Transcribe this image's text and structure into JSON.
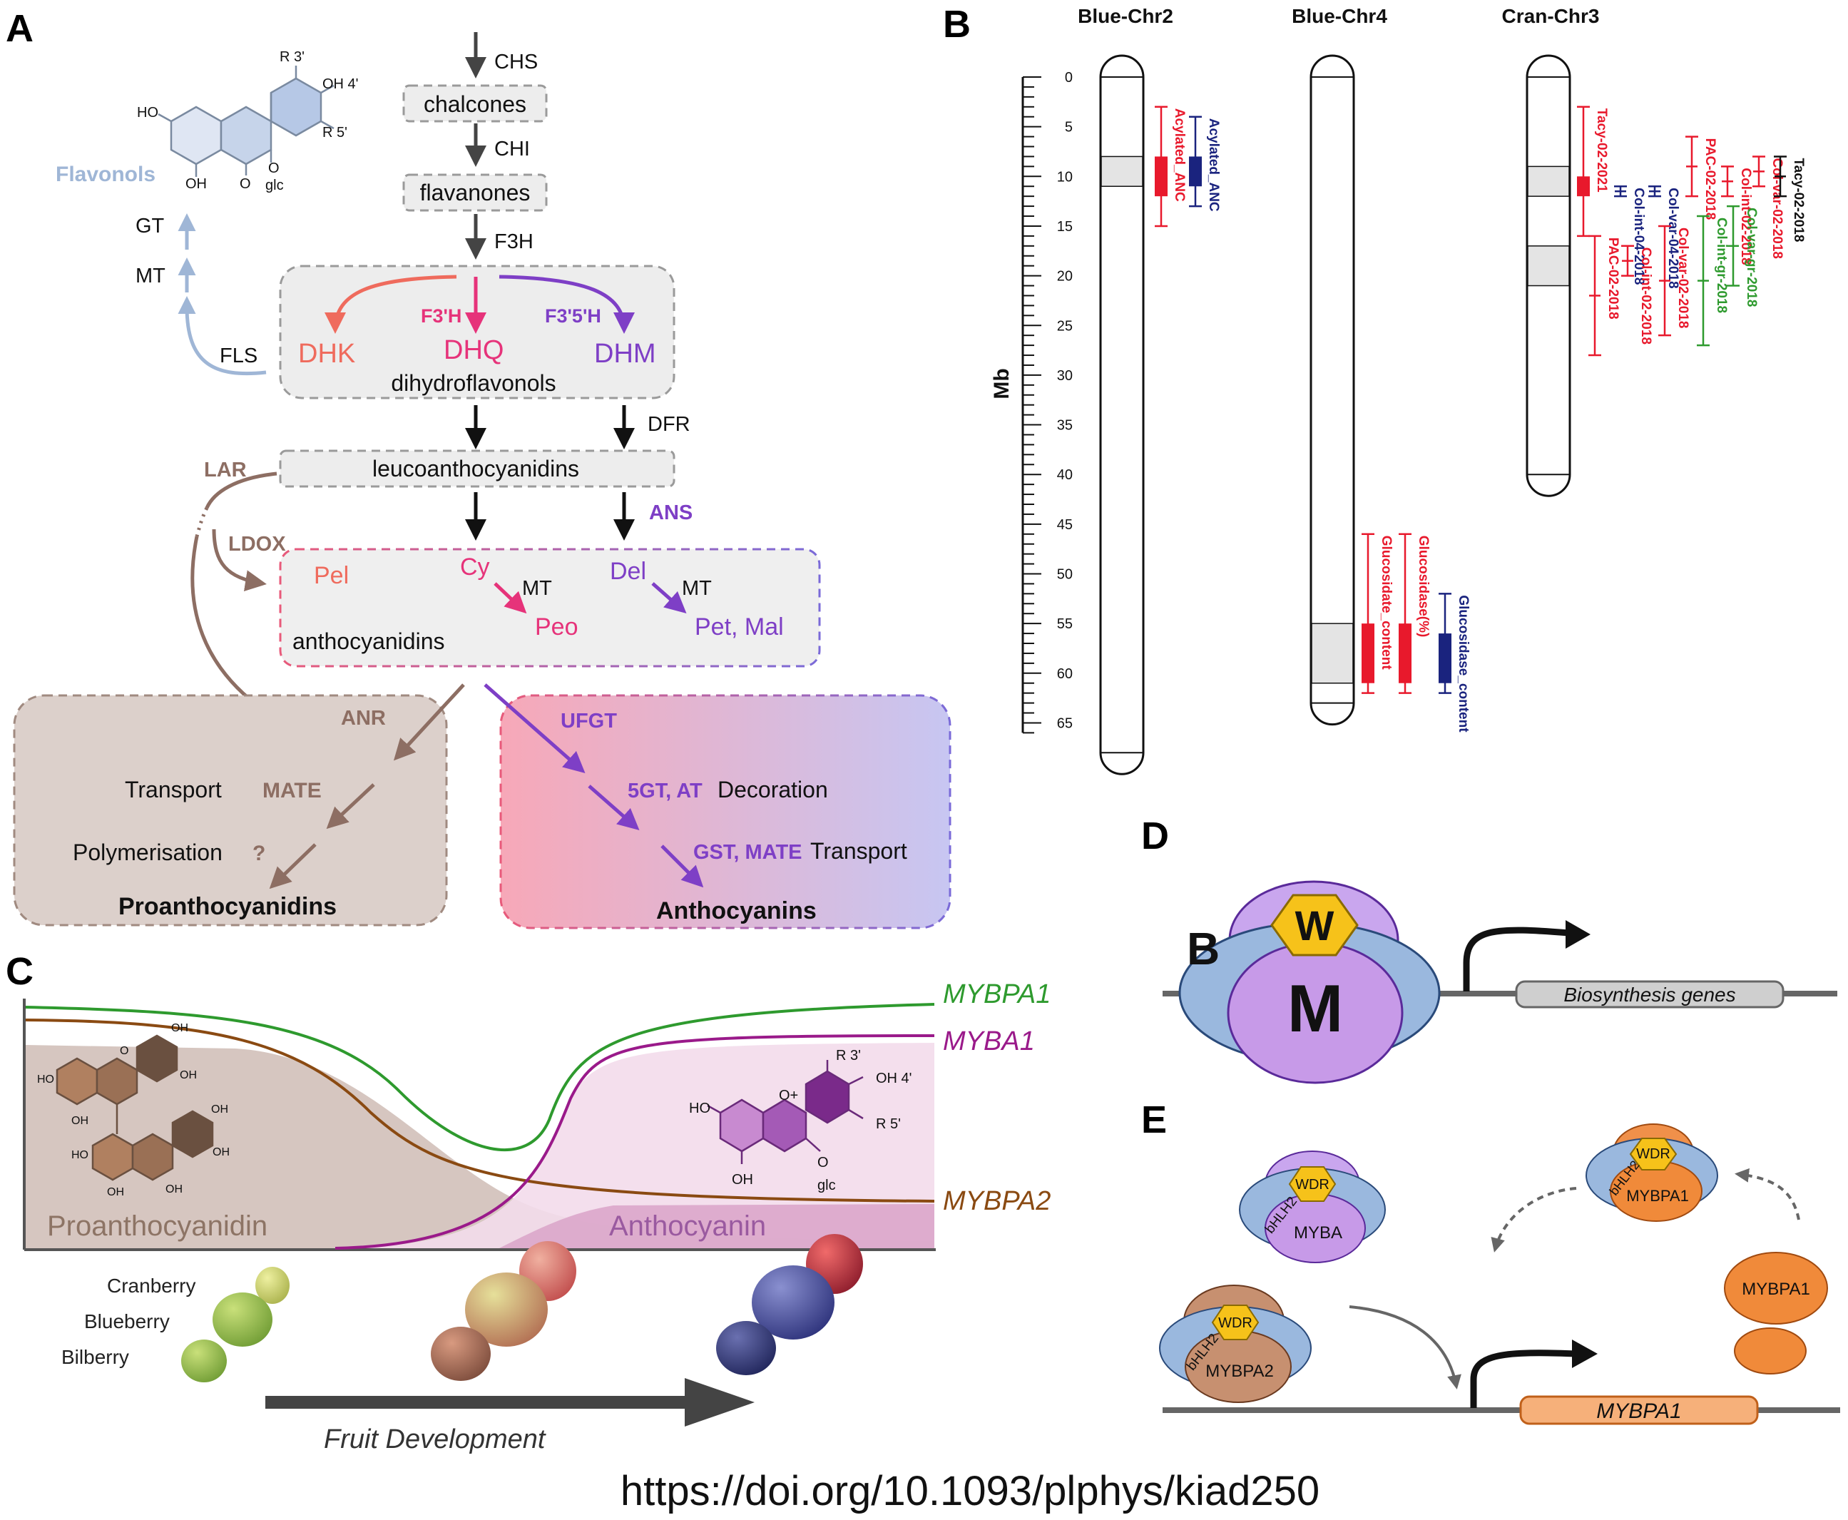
{
  "panels": {
    "a": "A",
    "b": "B",
    "c": "C",
    "d": "D",
    "e": "E"
  },
  "doi": "https://doi.org/10.1093/plphys/kiad250",
  "colors": {
    "red": "#e8192c",
    "navy": "#1a237e",
    "green": "#2e9a2e",
    "black": "#111111",
    "purple": "#7e3fc6",
    "pink": "#e6337a",
    "salmon": "#ef6b5d",
    "brown": "#8d6e63",
    "flavonol": "#9fb6d6"
  },
  "panel_a": {
    "enzymes": {
      "chs": "CHS",
      "chi": "CHI",
      "f3h": "F3H",
      "f3h2": "F3'H",
      "f35h": "F3'5'H",
      "fls": "FLS",
      "gt": "GT",
      "mt": "MT",
      "dfr": "DFR",
      "ans": "ANS",
      "lar": "LAR",
      "ldox": "LDOX",
      "anr": "ANR",
      "ufgt": "UFGT",
      "mt2": "MT",
      "mt3": "MT"
    },
    "compounds": {
      "chalcones": "chalcones",
      "flavanones": "flavanones",
      "dhk": "DHK",
      "dhq": "DHQ",
      "dhm": "DHM",
      "dihydroflavonols": "dihydroflavonols",
      "leucoanthocyanidins": "leucoanthocyanidins",
      "pel": "Pel",
      "cy": "Cy",
      "del": "Del",
      "peo": "Peo",
      "petmal": "Pet, Mal",
      "anthocyanidins": "anthocyanidins",
      "flavonols": "Flavonols"
    },
    "flavonol_struct": {
      "r3": "R 3'",
      "oh4": "OH 4'",
      "r5": "R 5'",
      "ho": "HO",
      "oh": "OH",
      "o": "O",
      "glc": "glc",
      "oring": "O"
    },
    "pa_box": {
      "transport": "Transport",
      "mate": "MATE",
      "polymerisation": "Polymerisation",
      "q": "?",
      "title": "Proanthocyanidins"
    },
    "anth_box": {
      "gt_at": "5GT, AT",
      "decoration": "Decoration",
      "gst_mate": "GST, MATE",
      "transport": "Transport",
      "title": "Anthocyanins"
    }
  },
  "panel_b": {
    "ylabel": "Mb",
    "ticks": [
      "0",
      "5",
      "10",
      "15",
      "20",
      "25",
      "30",
      "35",
      "40",
      "45",
      "50",
      "55",
      "60",
      "65"
    ],
    "chromosomes": [
      {
        "title": "Blue-Chr2",
        "length_mb": 68,
        "qtl": [
          {
            "label": "Acylated_ANC",
            "color": "red",
            "interval": [
              3,
              15
            ],
            "peak": [
              8,
              12
            ]
          },
          {
            "label": "Acylated_ANC",
            "color": "navy",
            "interval": [
              4,
              13
            ],
            "peak": [
              8,
              11
            ]
          }
        ]
      },
      {
        "title": "Blue-Chr4",
        "length_mb": 63,
        "qtl": [
          {
            "label": "Glucosidate_content",
            "color": "red",
            "interval": [
              46,
              62
            ],
            "peak": [
              55,
              61
            ]
          },
          {
            "label": "Glucosidase(%)",
            "color": "red",
            "interval": [
              46,
              62
            ],
            "peak": [
              55,
              61
            ]
          },
          {
            "label": "Glucosidase_content",
            "color": "navy",
            "interval": [
              52,
              62
            ],
            "peak": [
              56,
              61
            ]
          }
        ]
      },
      {
        "title": "Cran-Chr3",
        "length_mb": 40,
        "qtl": [
          {
            "label": "Tacy-02-2021",
            "color": "red",
            "interval": [
              3,
              16
            ],
            "peak": [
              10,
              12
            ]
          },
          {
            "label": "PAC-02-2018",
            "color": "red",
            "interval": [
              16,
              28
            ],
            "peak": null
          },
          {
            "label": "Col-int-04-2018",
            "color": "navy",
            "interval": [
              11,
              12
            ],
            "peak": null
          },
          {
            "label": "Col-int-02-2018",
            "color": "red",
            "interval": [
              17,
              20
            ],
            "peak": null
          },
          {
            "label": "Col-var-04-2018",
            "color": "navy",
            "interval": [
              11,
              12
            ],
            "peak": null
          },
          {
            "label": "Col-var-02-2018",
            "color": "red",
            "interval": [
              15,
              26
            ],
            "peak": null
          },
          {
            "label": "PAC-02-2018",
            "color": "red",
            "interval": [
              6,
              12
            ],
            "peak": null
          },
          {
            "label": "Col-int-gr-2018",
            "color": "green",
            "interval": [
              14,
              27
            ],
            "peak": null
          },
          {
            "label": "Col-int-02-2018",
            "color": "red",
            "interval": [
              9,
              12
            ],
            "peak": null
          },
          {
            "label": "Col-var-gr-2018",
            "color": "green",
            "interval": [
              13,
              21
            ],
            "peak": null
          },
          {
            "label": "Col-var-02-2018",
            "color": "red",
            "interval": [
              8,
              11
            ],
            "peak": null
          },
          {
            "label": "Tacy-02-2018",
            "color": "black",
            "interval": [
              8,
              12
            ],
            "peak": null
          }
        ]
      }
    ]
  },
  "panel_c": {
    "genes": {
      "mybpa1": "MYBPA1",
      "myba1": "MYBA1",
      "mybpa2": "MYBPA2"
    },
    "areas": {
      "pa": "Proanthocyanidin",
      "anth": "Anthocyanin"
    },
    "fruits": [
      "Cranberry",
      "Blueberry",
      "Bilberry"
    ],
    "arrow": "Fruit Development",
    "struct": {
      "r3": "R 3'",
      "oh4": "OH 4'",
      "r5": "R 5'",
      "ho": "HO",
      "oplus": "O+",
      "oh": "OH",
      "o": "O",
      "glc": "glc"
    },
    "pa_struct_oh": "OH",
    "pa_struct_ho": "HO",
    "pa_struct_o": "O"
  },
  "panel_d": {
    "w": "W",
    "b": "B",
    "m": "M",
    "gene": "Biosynthesis genes"
  },
  "panel_e": {
    "wdr": "WDR",
    "bhlh2": "bHLH2",
    "myba": "MYBA",
    "mybpa2": "MYBPA2",
    "mybpa1": "MYBPA1",
    "gene": "MYBPA1"
  }
}
